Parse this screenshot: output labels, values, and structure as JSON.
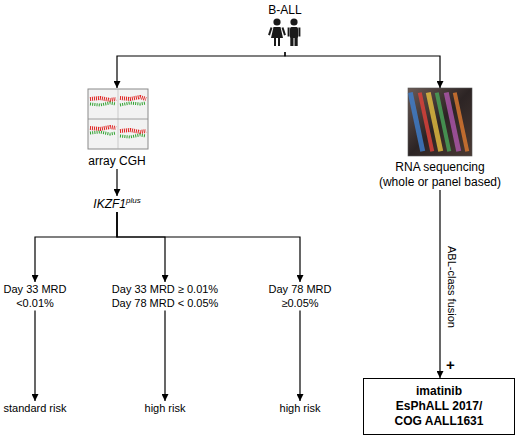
{
  "diagram": {
    "nodes": [
      {
        "text": [
          "B-ALL"
        ]
      },
      {
        "text": [
          "array CGH"
        ]
      },
      {
        "text": [
          "RNA sequencing (whole or panel based)"
        ]
      },
      {
        "text": [
          "IKZF1",
          "plus"
        ]
      },
      {
        "text": [
          "Day 33 MRD <0.01%"
        ]
      },
      {
        "text": [
          "Day 33 MRD ≥ 0.01% Day 78 MRD < 0.05%"
        ]
      },
      {
        "text": [
          "Day 78 MRD ≥0.05%"
        ]
      },
      {
        "text": [
          "standard risk"
        ]
      },
      {
        "text": [
          "high risk"
        ]
      },
      {
        "text": [
          "high risk"
        ]
      },
      {
        "text": [
          "imatinib EsPhALL 2017/ COG AALL1631"
        ]
      }
    ],
    "edges": [
      {
        "from": 0,
        "to": 1,
        "arrow": "to"
      },
      {
        "from": 0,
        "to": 2,
        "arrow": "to"
      },
      {
        "from": 1,
        "to": 3,
        "arrow": "to"
      },
      {
        "from": 3,
        "to": 4,
        "arrow": "to"
      },
      {
        "from": 3,
        "to": 5,
        "arrow": "to"
      },
      {
        "from": 3,
        "to": 6,
        "arrow": "to"
      },
      {
        "from": 4,
        "to": 7,
        "arrow": "to"
      },
      {
        "from": 5,
        "to": 8,
        "arrow": "to"
      },
      {
        "from": 6,
        "to": 9,
        "arrow": "to"
      },
      {
        "from": 2,
        "to": 10,
        "label": "ABL-class fusion",
        "arrow": "to"
      }
    ],
    "labels": [
      "+"
    ]
  }
}
